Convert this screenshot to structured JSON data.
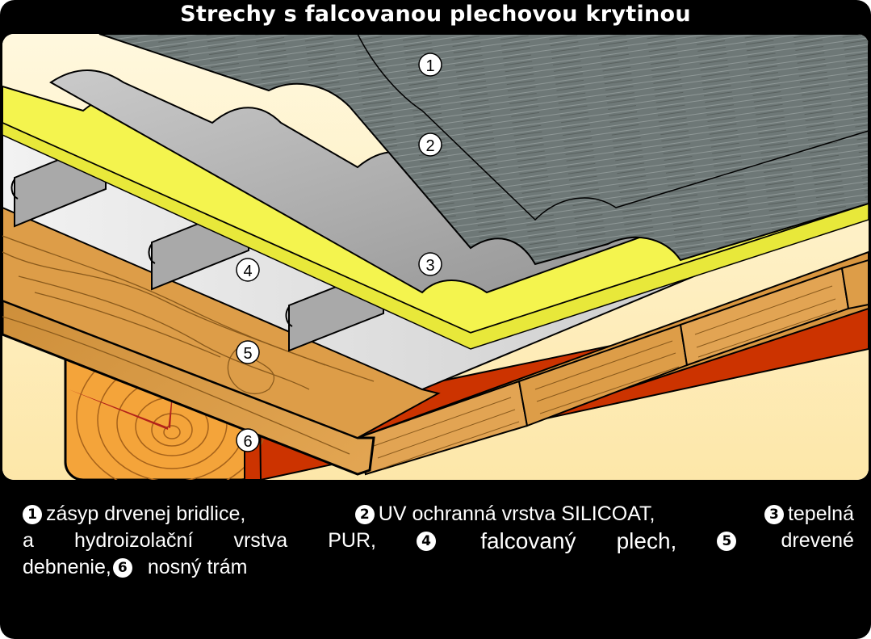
{
  "title": "Strechy s falcovanou plechovou krytinou",
  "callouts": [
    "1",
    "2",
    "3",
    "4",
    "5",
    "6"
  ],
  "legend": {
    "line1": [
      {
        "num": "1",
        "text": "zásyp drvenej bridlice,"
      },
      {
        "num": "2",
        "text": "UV ochranná vrstva SILICOAT,"
      },
      {
        "num": "3",
        "text": "tepelná"
      }
    ],
    "line2": {
      "part_a": "a",
      "part_b": "hydroizolační",
      "part_c": "vrstva",
      "part_d": "PUR,",
      "num4": "4",
      "text4a": "falcovaný",
      "text4b": "plech,",
      "num5": "5",
      "text5": "drevené"
    },
    "line3": {
      "text5b": "debnenie,",
      "num6": "6",
      "text6": "nosný trám"
    }
  },
  "colors": {
    "slate": "#6f7a78",
    "silicoat": "#a9a9a9",
    "pur": "#f2f24a",
    "sheet": "#d7d7d7",
    "wood": "#d7953a",
    "beam_red": "#cc3300",
    "background": "#fff4cf"
  }
}
